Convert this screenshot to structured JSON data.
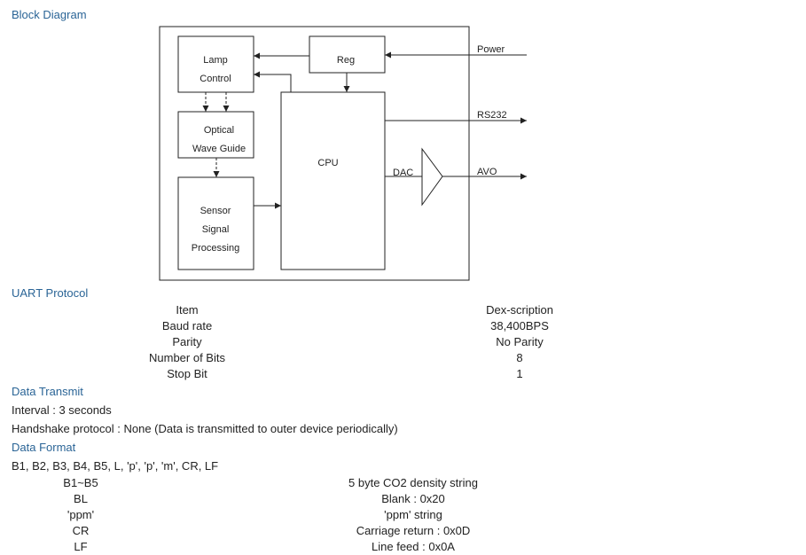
{
  "block_diagram": {
    "heading": "Block Diagram",
    "lamp_control": [
      "Lamp",
      "Control"
    ],
    "reg": "Reg",
    "optical": [
      "Optical",
      "Wave Guide"
    ],
    "sensor": [
      "Sensor",
      "Signal",
      "Processing"
    ],
    "cpu": "CPU",
    "dac": "DAC",
    "power": "Power",
    "rs232": "RS232",
    "avo": "AVO"
  },
  "uart": {
    "heading": "UART Protocol",
    "rows": [
      {
        "item": "Item",
        "desc": "Dex-scription"
      },
      {
        "item": "Baud rate",
        "desc": "38,400BPS"
      },
      {
        "item": "Parity",
        "desc": "No Parity"
      },
      {
        "item": "Number of Bits",
        "desc": "8"
      },
      {
        "item": "Stop Bit",
        "desc": "1"
      }
    ]
  },
  "transmit": {
    "heading": "Data Transmit",
    "interval": "Interval : 3 seconds",
    "handshake": "Handshake protocol : None (Data is transmitted to outer device periodically)"
  },
  "format": {
    "heading": "Data Format",
    "sequence": "B1, B2, B3, B4, B5, L, 'p', 'p', 'm', CR, LF",
    "rows": [
      {
        "field": "B1~B5",
        "desc": "5 byte CO2 density string"
      },
      {
        "field": "BL",
        "desc": "Blank : 0x20"
      },
      {
        "field": "'ppm'",
        "desc": "'ppm' string"
      },
      {
        "field": "CR",
        "desc": "Carriage return : 0x0D"
      },
      {
        "field": "LF",
        "desc": "Line feed : 0x0A"
      }
    ]
  }
}
